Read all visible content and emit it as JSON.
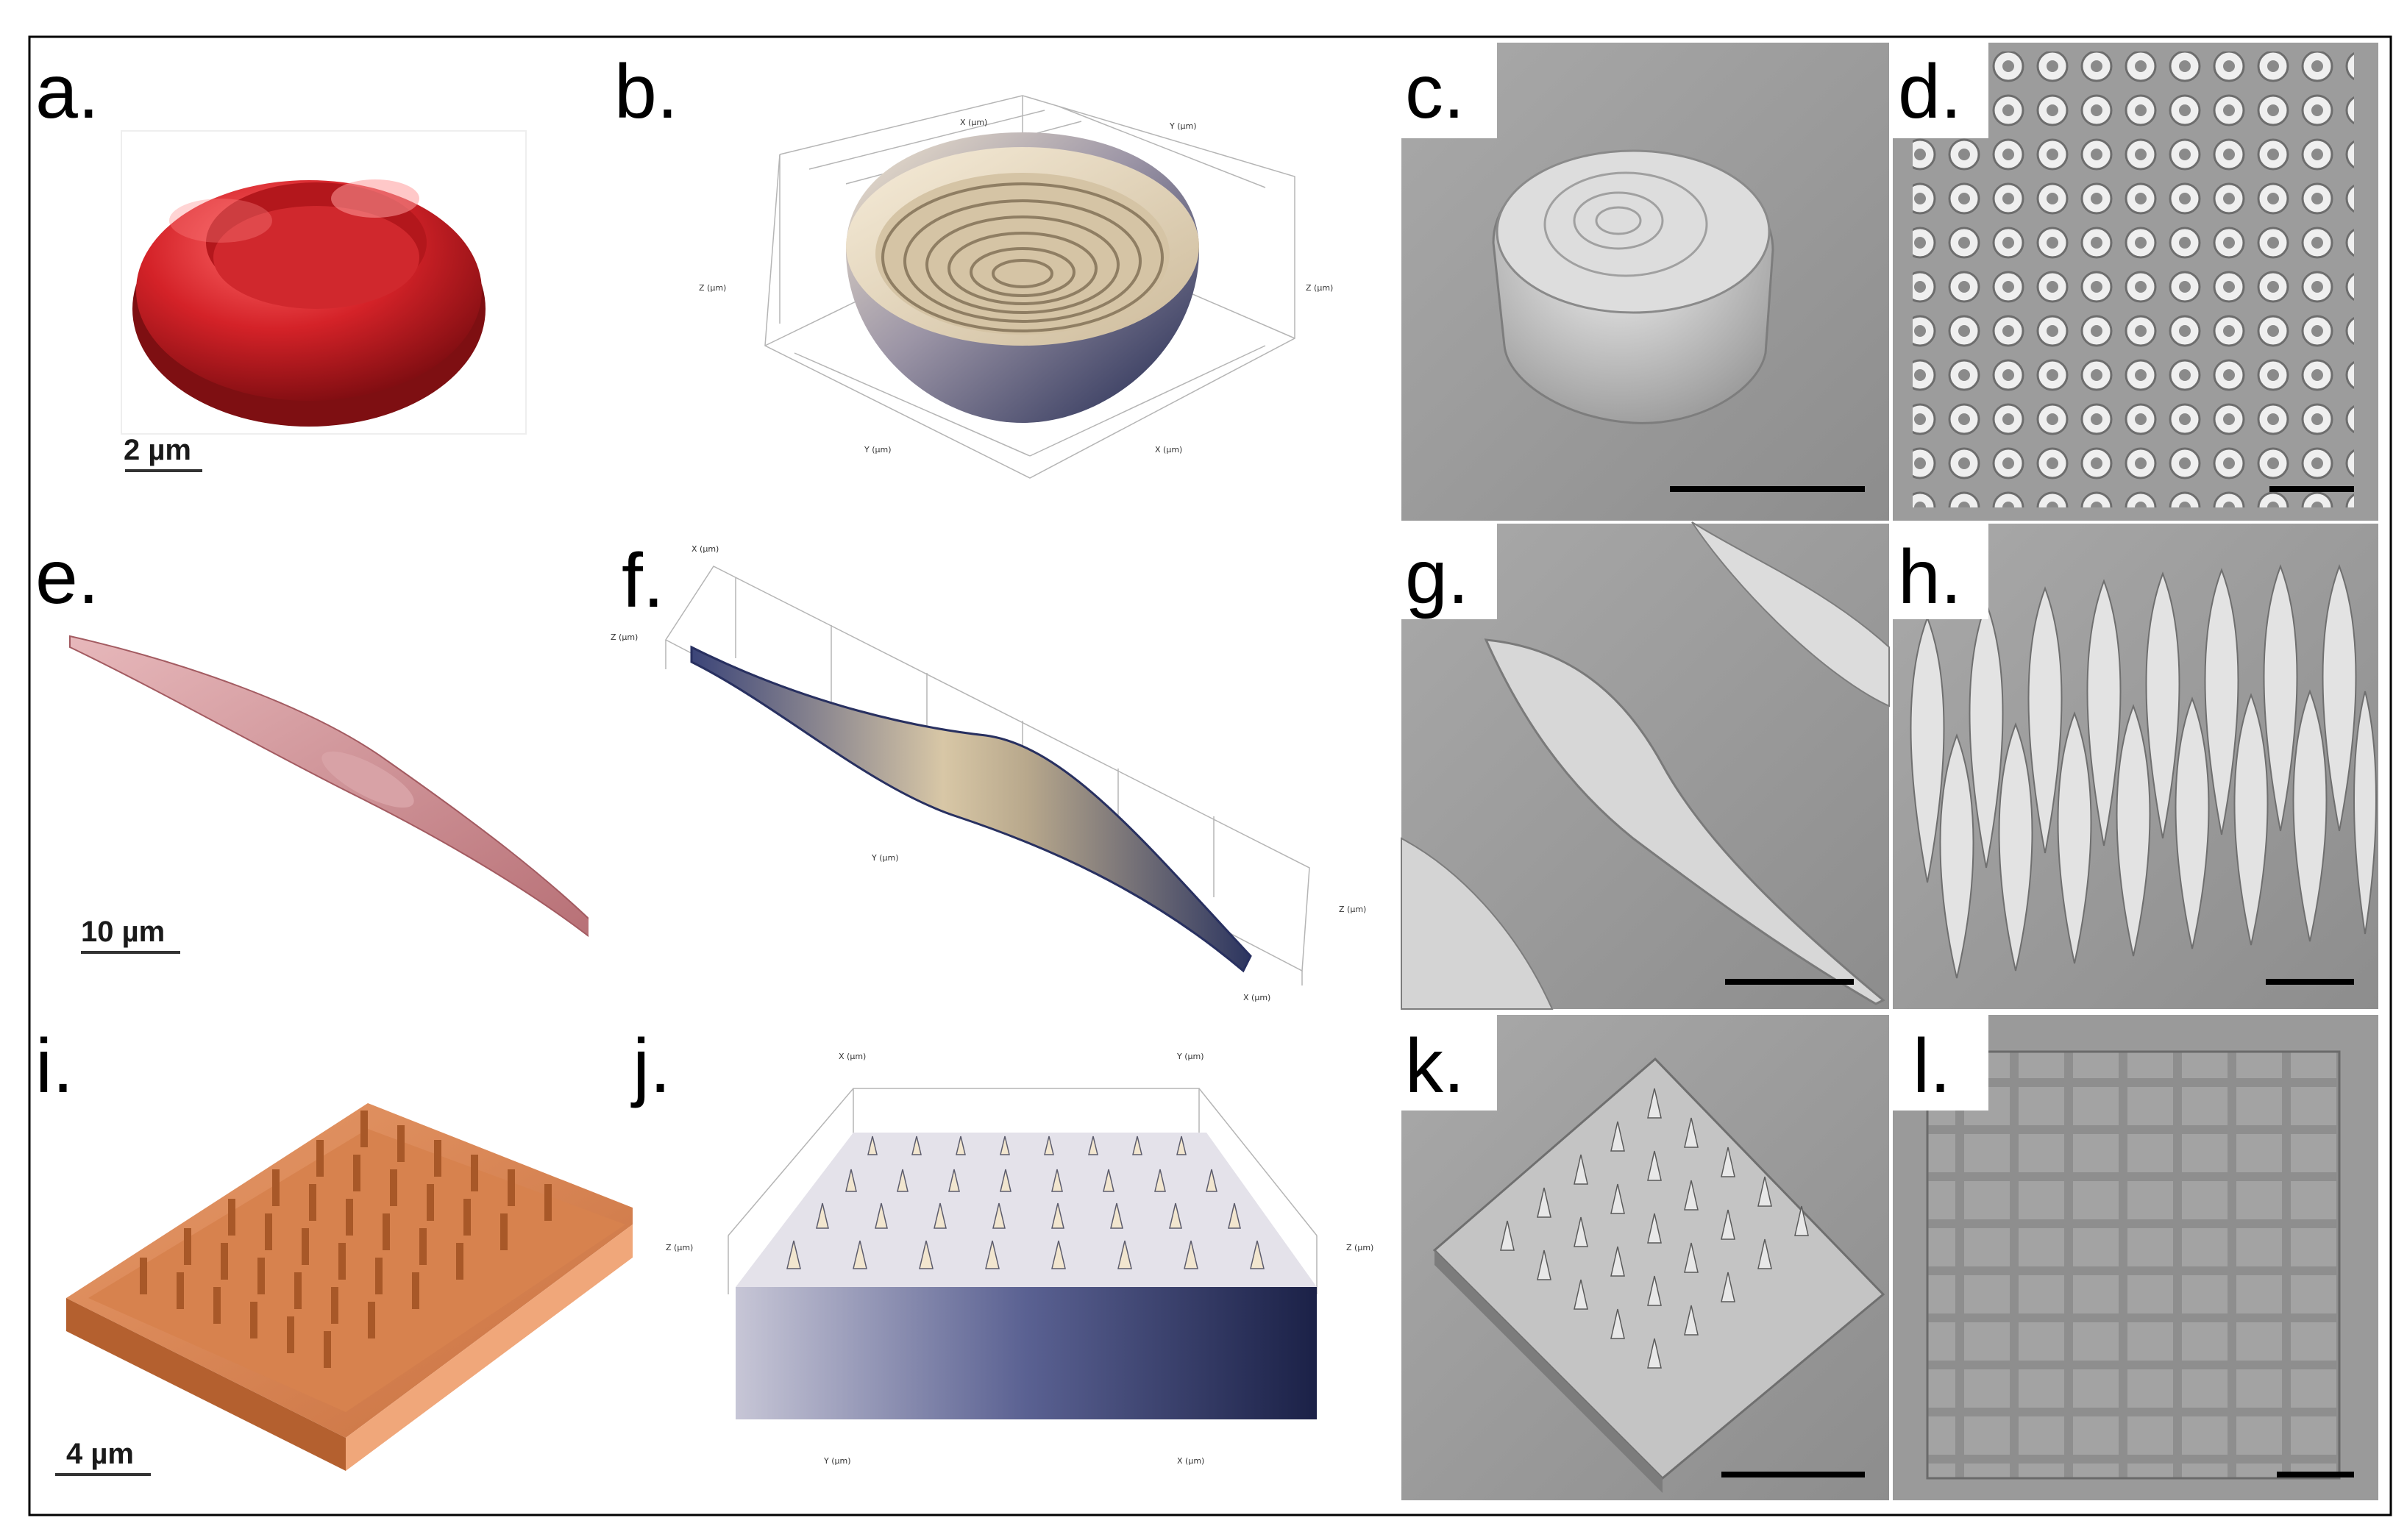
{
  "figure": {
    "panels": [
      {
        "id": "a",
        "label": "a.",
        "scalebar": "2 µm",
        "content": "rendered red blood cell model"
      },
      {
        "id": "b",
        "label": "b.",
        "content": "3D profile of biconcave cell replica",
        "axis_labels": [
          "X (µm)",
          "Y (µm)",
          "Z (µm)"
        ]
      },
      {
        "id": "c",
        "label": "c.",
        "content": "SEM image of single replica"
      },
      {
        "id": "d",
        "label": "d.",
        "content": "SEM image of replica array"
      },
      {
        "id": "e",
        "label": "e.",
        "scalebar": "10 µm",
        "content": "rendered spindle-shaped cell model"
      },
      {
        "id": "f",
        "label": "f.",
        "content": "3D profile of spindle-shaped replica",
        "axis_labels": [
          "X (µm)",
          "Y (µm)",
          "Z (µm)"
        ]
      },
      {
        "id": "g",
        "label": "g.",
        "content": "SEM image of spindle replicas"
      },
      {
        "id": "h",
        "label": "h.",
        "content": "SEM image of spindle replica array"
      },
      {
        "id": "i",
        "label": "i.",
        "scalebar": "4 µm",
        "content": "rendered micropillar array model"
      },
      {
        "id": "j",
        "label": "j.",
        "content": "3D profile of micropillar array",
        "axis_labels": [
          "X (µm)",
          "Y (µm)",
          "Z (µm)"
        ]
      },
      {
        "id": "k",
        "label": "k.",
        "content": "SEM image of micropillar array"
      },
      {
        "id": "l",
        "label": "l.",
        "content": "SEM image of micropillar array top view"
      }
    ],
    "colors": {
      "rbc": "#c81e24",
      "spindle": "#c9868a",
      "pillar": "#d9814c",
      "profile_cream": "#e9dcc4",
      "profile_navy": "#2c3560",
      "sem_gray": "#9a9a9a"
    }
  }
}
